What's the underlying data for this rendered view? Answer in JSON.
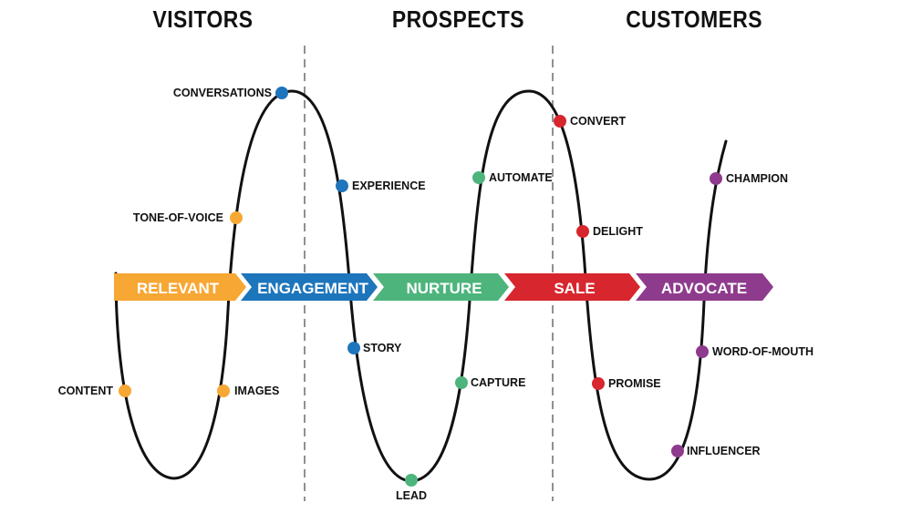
{
  "headings": {
    "visitors": "VISITORS",
    "prospects": "PROSPECTS",
    "customers": "CUSTOMERS"
  },
  "stages": [
    {
      "label": "RELEVANT",
      "color": "#F7A734"
    },
    {
      "label": "ENGAGEMENT",
      "color": "#1D75BC"
    },
    {
      "label": "NURTURE",
      "color": "#4DB47C"
    },
    {
      "label": "SALE",
      "color": "#D7262E"
    },
    {
      "label": "ADVOCATE",
      "color": "#8E3B8D"
    }
  ],
  "touchpoints": {
    "conversations": "CONVERSATIONS",
    "tone_of_voice": "TONE-OF-VOICE",
    "content": "CONTENT",
    "images": "IMAGES",
    "experience": "EXPERIENCE",
    "story": "STORY",
    "lead": "LEAD",
    "capture": "CAPTURE",
    "automate": "AUTOMATE",
    "convert": "CONVERT",
    "delight": "DELIGHT",
    "promise": "PROMISE",
    "champion": "CHAMPION",
    "word_of_mouth": "WORD-OF-MOUTH",
    "influencer": "INFLUENCER"
  }
}
